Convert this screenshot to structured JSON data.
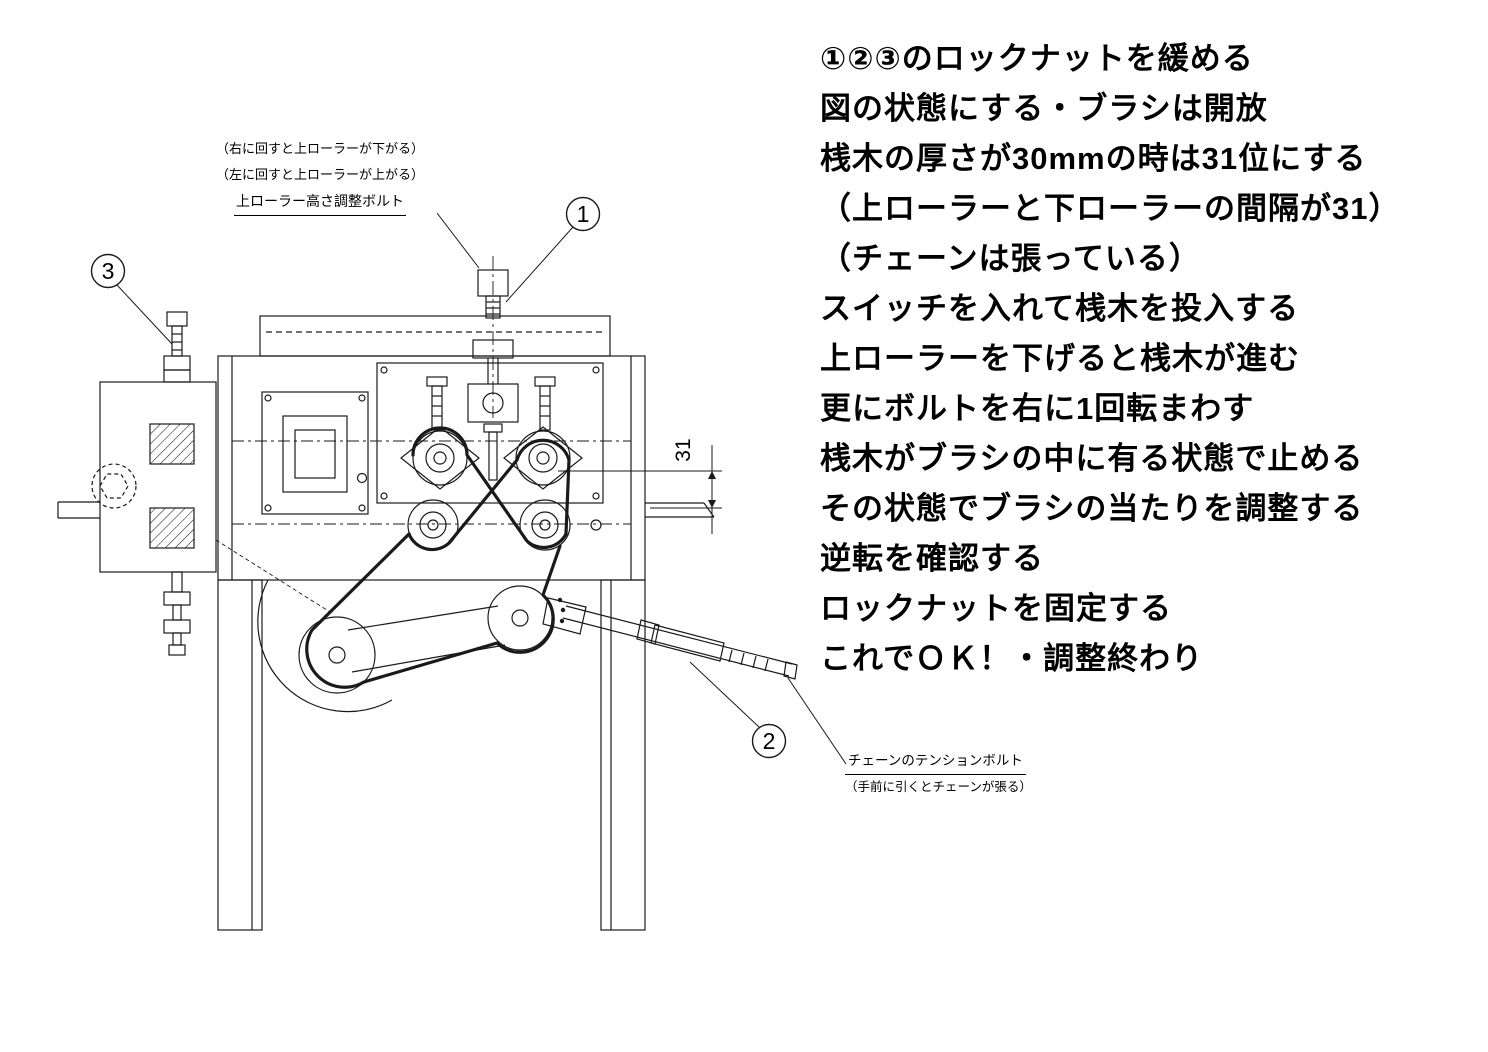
{
  "diagram": {
    "callouts": {
      "c1": "1",
      "c2": "2",
      "c3": "3"
    },
    "dimension": "31",
    "top_label": {
      "line1": "（右に回すと上ローラーが下がる）",
      "line2": "（左に回すと上ローラーが上がる）",
      "line3": "上ローラー高さ調整ボルト"
    },
    "tension_label": {
      "line1": "チェーンのテンションボルト",
      "line2": "（手前に引くとチェーンが張る）"
    }
  },
  "instructions": {
    "lines": [
      "①②③のロックナットを緩める",
      "図の状態にする・ブラシは開放",
      "桟木の厚さが30mmの時は31位にする",
      "（上ローラーと下ローラーの間隔が31）",
      "（チェーンは張っている）",
      "スイッチを入れて桟木を投入する",
      "上ローラーを下げると桟木が進む",
      "更にボルトを右に1回転まわす",
      "桟木がブラシの中に有る状態で止める",
      "その状態でブラシの当たりを調整する",
      "逆転を確認する",
      "ロックナットを固定する",
      "これでＯＫ！・調整終わり"
    ]
  }
}
